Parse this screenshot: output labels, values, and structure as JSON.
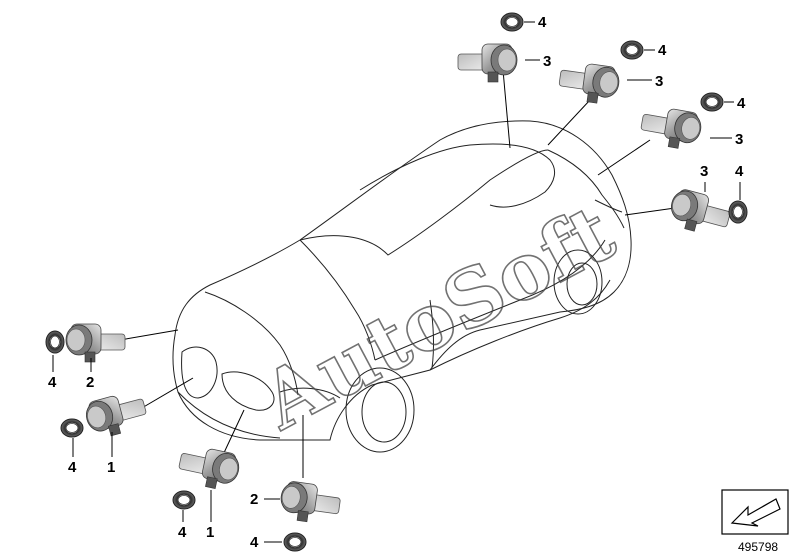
{
  "diagram": {
    "callout_labels": {
      "c1": "1",
      "c2": "2",
      "c3": "3",
      "c4": "4"
    },
    "reference_number": "495798",
    "watermark_text": "AutoSoft"
  },
  "colors": {
    "line": "#000000",
    "sensor_dark": "#6b6b6b",
    "sensor_light": "#d2d2d2"
  }
}
